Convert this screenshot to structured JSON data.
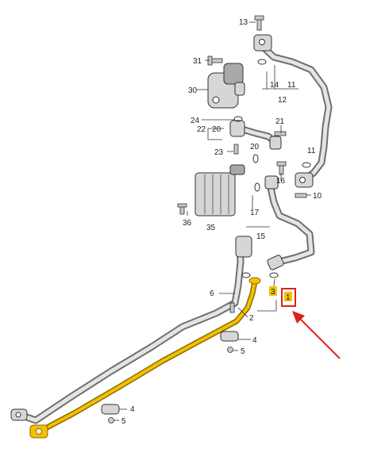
{
  "callouts": {
    "c1": "1",
    "c2": "2",
    "c3": "3",
    "c4a": "4",
    "c4b": "4",
    "c5a": "5",
    "c5b": "5",
    "c6": "6",
    "c10": "10",
    "c11a": "11",
    "c11b": "11",
    "c12": "12",
    "c13": "13",
    "c14": "14",
    "c15": "15",
    "c16": "16",
    "c17": "17",
    "c20a": "20",
    "c20b": "20",
    "c21": "21",
    "c22": "22",
    "c23": "23",
    "c24": "24",
    "c30": "30",
    "c31": "31",
    "c35": "35",
    "c36": "36"
  },
  "colors": {
    "highlight": "#f2c100",
    "marker": "#e0201b",
    "hose": "#6f6f6f"
  },
  "highlighted_part": "1"
}
